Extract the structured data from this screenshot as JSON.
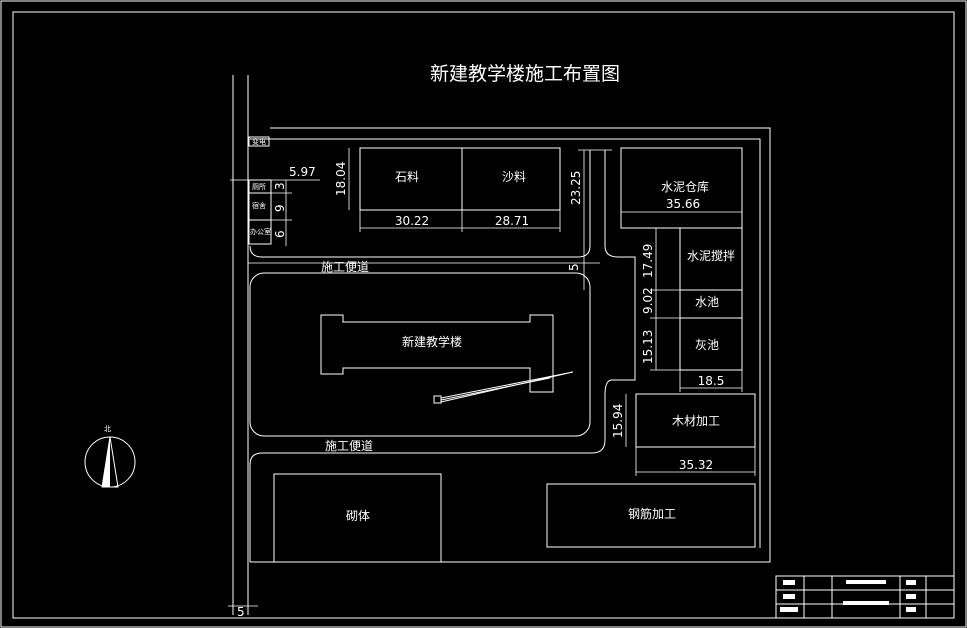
{
  "title": "新建教学楼施工布置图",
  "north_label": "北",
  "small_rooms": [
    "变电",
    "厕所",
    "宿舍",
    "办公室"
  ],
  "stockpiles": {
    "stone": "石料",
    "sand": "沙料"
  },
  "facilities": {
    "cement_warehouse": "水泥仓库",
    "cement_mixing": "水泥搅拌",
    "water_pool": "水池",
    "lime_pool": "灰池",
    "wood_processing": "木材加工",
    "masonry": "砌体",
    "rebar_processing": "钢筋加工",
    "new_building": "新建教学楼"
  },
  "roads": [
    "施工便道",
    "施工便道"
  ],
  "dimensions": {
    "d_597": "5.97",
    "d_3": "3",
    "d_9": "9",
    "d_6": "6",
    "d_1804": "18.04",
    "d_3022": "30.22",
    "d_2871": "28.71",
    "d_2325": "23.25",
    "d_5_road": "5",
    "d_3566": "35.66",
    "d_1749": "17.49",
    "d_902": "9.02",
    "d_1513": "15.13",
    "d_185": "18.5",
    "d_1594": "15.94",
    "d_3532": "35.32",
    "d_5_bottom": "5"
  }
}
